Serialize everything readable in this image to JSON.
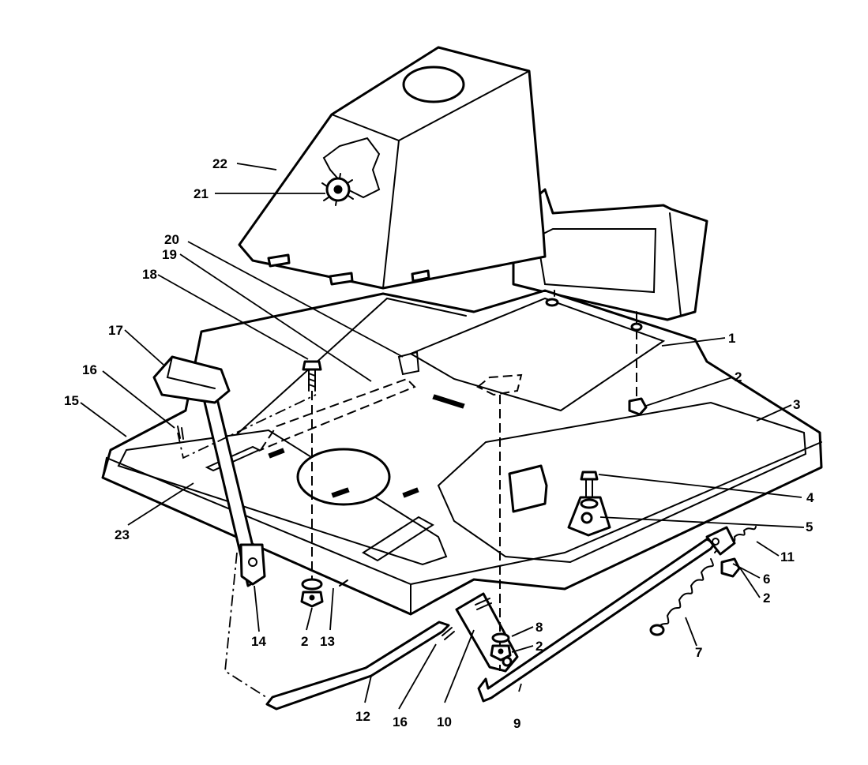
{
  "diagram": {
    "callouts": [
      {
        "id": "c1",
        "label": "1"
      },
      {
        "id": "c2a",
        "label": "2"
      },
      {
        "id": "c3",
        "label": "3"
      },
      {
        "id": "c4",
        "label": "4"
      },
      {
        "id": "c5",
        "label": "5"
      },
      {
        "id": "c11",
        "label": "11"
      },
      {
        "id": "c6",
        "label": "6"
      },
      {
        "id": "c2b",
        "label": "2"
      },
      {
        "id": "c7",
        "label": "7"
      },
      {
        "id": "c8",
        "label": "8"
      },
      {
        "id": "c2c",
        "label": "2"
      },
      {
        "id": "c9",
        "label": "9"
      },
      {
        "id": "c10",
        "label": "10"
      },
      {
        "id": "c16b",
        "label": "16"
      },
      {
        "id": "c12",
        "label": "12"
      },
      {
        "id": "c2d",
        "label": "2"
      },
      {
        "id": "c13",
        "label": "13"
      },
      {
        "id": "c14",
        "label": "14"
      },
      {
        "id": "c23",
        "label": "23"
      },
      {
        "id": "c15",
        "label": "15"
      },
      {
        "id": "c16a",
        "label": "16"
      },
      {
        "id": "c17",
        "label": "17"
      },
      {
        "id": "c18",
        "label": "18"
      },
      {
        "id": "c19",
        "label": "19"
      },
      {
        "id": "c20",
        "label": "20"
      },
      {
        "id": "c21",
        "label": "21"
      },
      {
        "id": "c22",
        "label": "22"
      }
    ]
  }
}
